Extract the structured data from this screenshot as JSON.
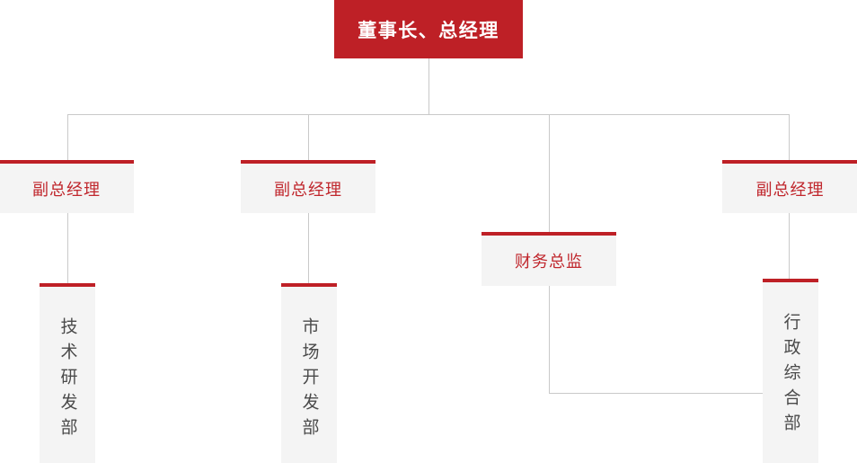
{
  "chart_title": "",
  "colors": {
    "primary_red": "#be2026",
    "text_red": "#c0272d",
    "box_fill": "#f4f4f4",
    "line_gray": "#c9c9c9",
    "leaf_text": "#4a4a4a",
    "root_text": "#ffffff"
  },
  "nodes": {
    "root": {
      "label": "董事长、总经理"
    },
    "level2": [
      {
        "label": "副总经理"
      },
      {
        "label": "副总经理"
      },
      {
        "label": "财务总监"
      },
      {
        "label": "副总经理"
      }
    ],
    "level3": [
      {
        "label": "技术研发部"
      },
      {
        "label": "市场开发部"
      },
      {
        "label": "行政综合部"
      }
    ]
  }
}
